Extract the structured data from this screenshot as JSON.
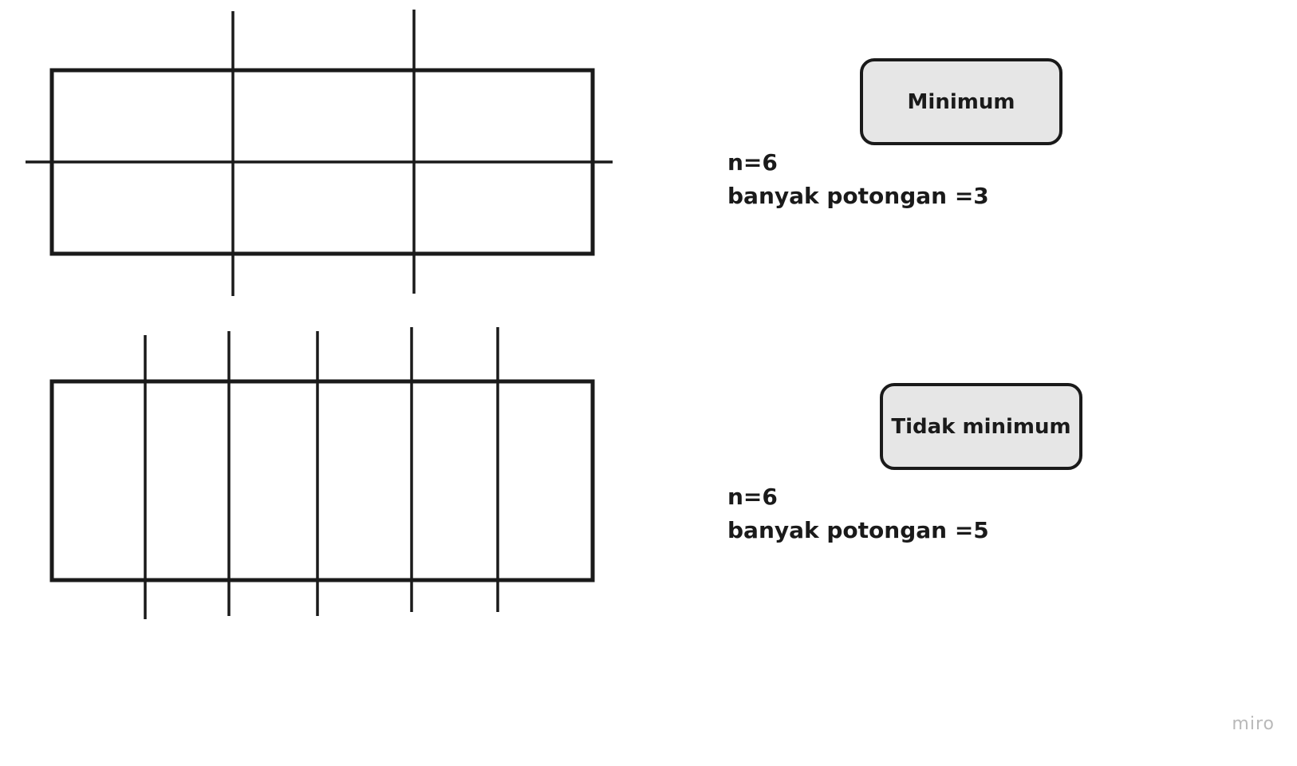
{
  "diagram_1": {
    "label": "Minimum",
    "n": "n=6",
    "cuts": "banyak potongan =3"
  },
  "diagram_2": {
    "label": "Tidak minimum",
    "n": "n=6",
    "cuts": "banyak potongan =5"
  },
  "watermark": "miro",
  "colors": {
    "stroke": "#1a1a1a",
    "label_fill": "#e6e6e6",
    "watermark": "#b9b9b9"
  }
}
